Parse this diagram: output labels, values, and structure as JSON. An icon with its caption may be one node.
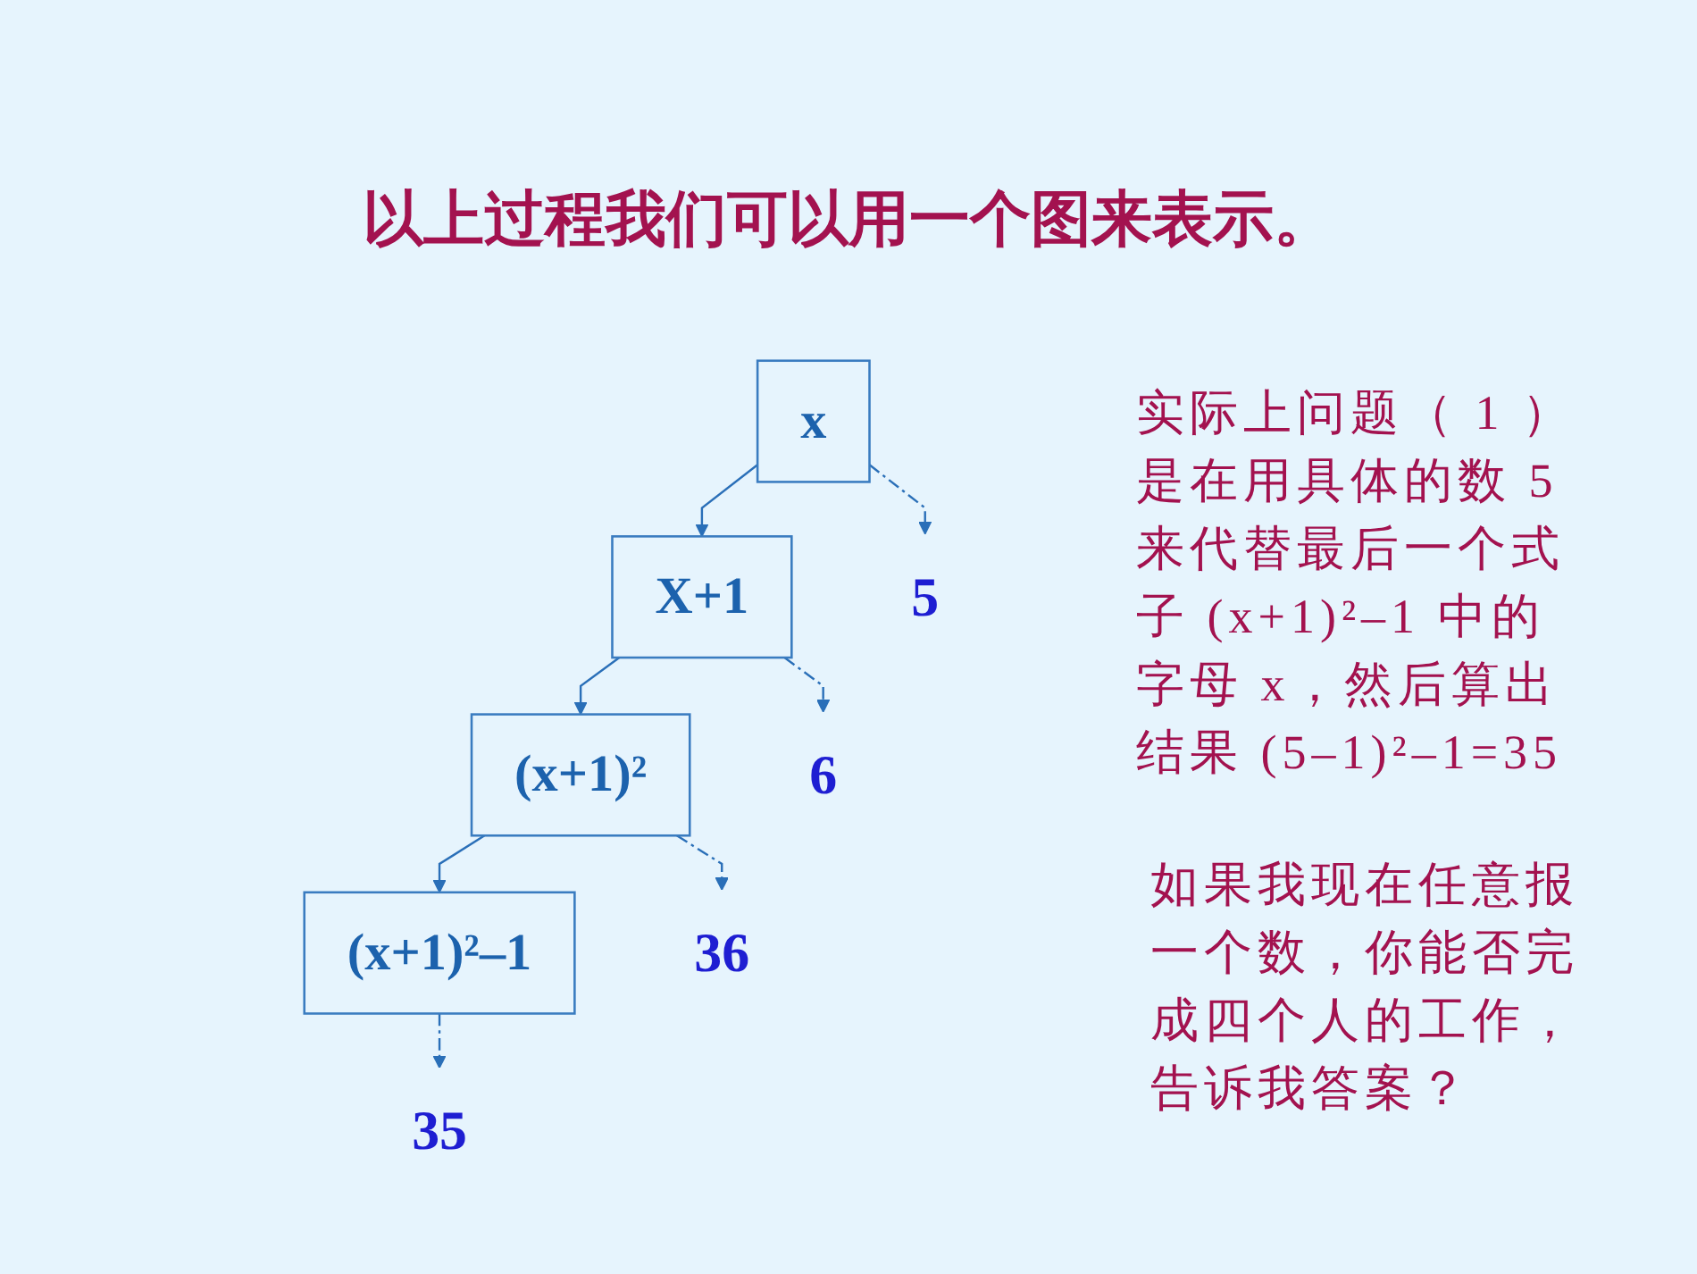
{
  "diagram": {
    "title": "以上过程我们可以用一个图来表示。",
    "nodes": [
      {
        "text": [
          "x"
        ]
      },
      {
        "text": [
          "5"
        ]
      },
      {
        "text": [
          "X+1"
        ]
      },
      {
        "text": [
          "6"
        ]
      },
      {
        "text": [
          "(x+1)²"
        ]
      },
      {
        "text": [
          "36"
        ]
      },
      {
        "text": [
          "(x+1)²–1"
        ]
      },
      {
        "text": [
          "35"
        ]
      }
    ],
    "edges": [
      {
        "from": 0,
        "to": 2,
        "arrow": "to"
      },
      {
        "from": 2,
        "to": 4,
        "arrow": "to"
      },
      {
        "from": 4,
        "to": 6,
        "arrow": "to"
      },
      {
        "from": 0,
        "to": 1,
        "arrow": "to",
        "style": "dashed"
      },
      {
        "from": 2,
        "to": 3,
        "arrow": "to",
        "style": "dashed"
      },
      {
        "from": 4,
        "to": 5,
        "arrow": "to",
        "style": "dashed"
      },
      {
        "from": 6,
        "to": 7,
        "arrow": "to",
        "style": "dashed"
      }
    ],
    "labels": [
      "实际上问题（ 1 ）是在用具体的数 5来代替最后一个式子 (x+1)²–1 中的字母 x，然后算出结果 (5–1)²–1=35",
      "如果我现在任意报一个数，你能否完成四个人的工作，告诉我答案？"
    ]
  }
}
